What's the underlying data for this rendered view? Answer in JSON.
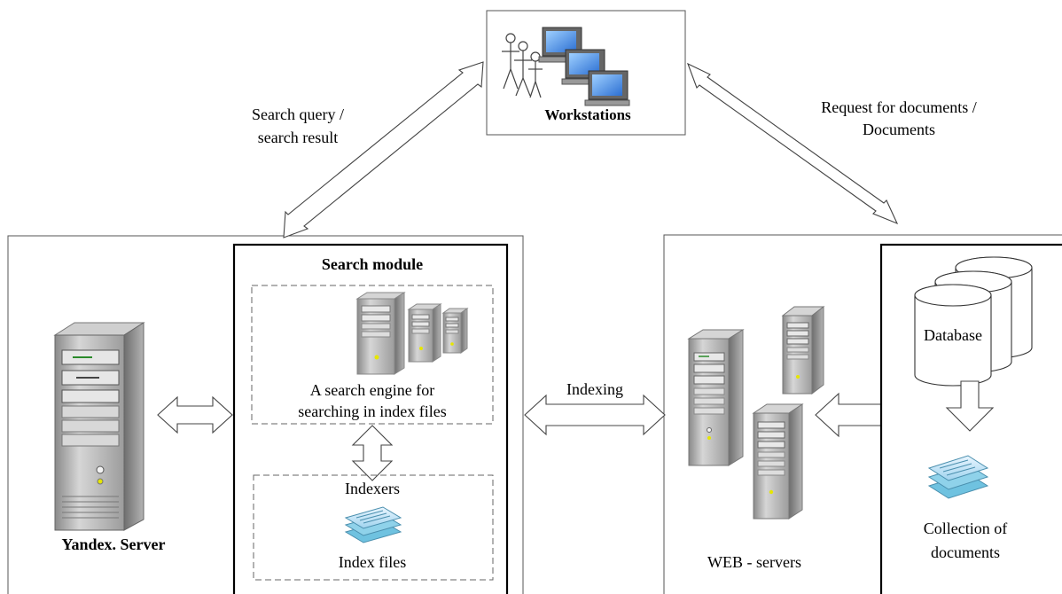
{
  "workstations": {
    "label": "Workstations"
  },
  "labels": {
    "search_query_line1": "Search query /",
    "search_query_line2": "search result",
    "request_line1": "Request for documents /",
    "request_line2": "Documents",
    "indexing": "Indexing"
  },
  "yandex": {
    "server_label": "Yandex. Server"
  },
  "search_module": {
    "title": "Search module",
    "engine_line1": "A search engine for",
    "engine_line2": "searching in index files",
    "indexers": "Indexers",
    "index_files": "Index files"
  },
  "web": {
    "servers_label": "WEB - servers"
  },
  "collection": {
    "database": "Database",
    "label_line1": "Collection of",
    "label_line2": "documents"
  }
}
